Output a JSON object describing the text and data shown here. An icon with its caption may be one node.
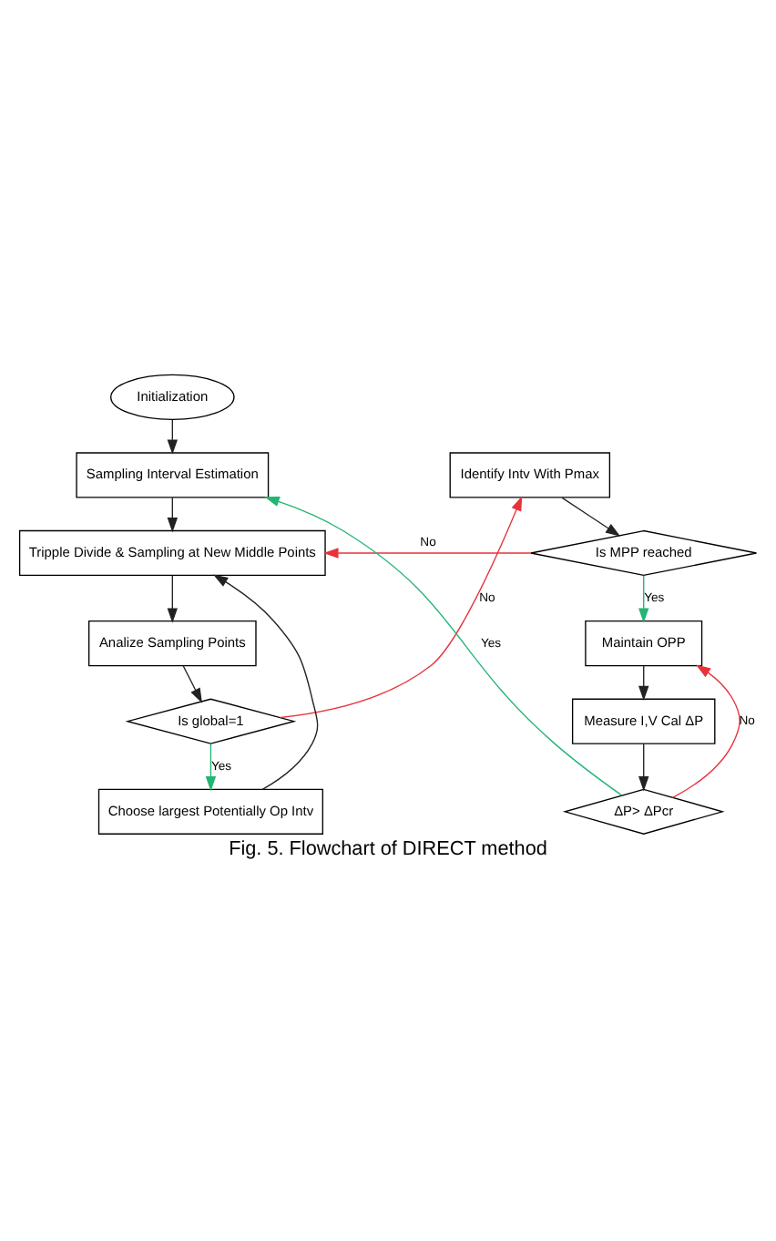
{
  "diagram": {
    "caption": "Fig. 5. Flowchart of DIRECT method",
    "nodes": [
      {
        "text": [
          "Initialization"
        ]
      },
      {
        "text": [
          "Sampling Interval Estimation"
        ]
      },
      {
        "text": [
          "Tripple Divide & Sampling at New Middle Points"
        ]
      },
      {
        "text": [
          "Analize Sampling Points"
        ]
      },
      {
        "text": [
          "Is global=1"
        ]
      },
      {
        "text": [
          "Choose largest Potentially Op Intv"
        ]
      },
      {
        "text": [
          "Identify Intv With Pmax"
        ]
      },
      {
        "text": [
          "Is MPP reached"
        ]
      },
      {
        "text": [
          "Maintain OPP"
        ]
      },
      {
        "text": [
          "Measure I,V Cal ΔP"
        ]
      },
      {
        "text": [
          "ΔP> ΔPcr"
        ]
      }
    ],
    "edges": [
      {
        "from": 0,
        "to": 1,
        "arrow": "to"
      },
      {
        "from": 1,
        "to": 2,
        "arrow": "to"
      },
      {
        "from": 2,
        "to": 3,
        "arrow": "to"
      },
      {
        "from": 3,
        "to": 4,
        "arrow": "to"
      },
      {
        "from": 4,
        "to": 5,
        "arrow": "to",
        "label": "Yes",
        "color": "#22b573"
      },
      {
        "from": 5,
        "to": 2,
        "arrow": "to"
      },
      {
        "from": 4,
        "to": 6,
        "arrow": "to",
        "label": "No",
        "color": "#e8323a"
      },
      {
        "from": 6,
        "to": 7,
        "arrow": "to"
      },
      {
        "from": 7,
        "to": 2,
        "arrow": "to",
        "label": "No",
        "color": "#e8323a"
      },
      {
        "from": 7,
        "to": 8,
        "arrow": "to",
        "label": "Yes",
        "color": "#22b573"
      },
      {
        "from": 8,
        "to": 9,
        "arrow": "to"
      },
      {
        "from": 9,
        "to": 10,
        "arrow": "to"
      },
      {
        "from": 10,
        "to": 8,
        "arrow": "to",
        "label": "No",
        "color": "#e8323a"
      },
      {
        "from": 10,
        "to": 1,
        "arrow": "to",
        "label": "Yes",
        "color": "#22b573"
      }
    ]
  }
}
